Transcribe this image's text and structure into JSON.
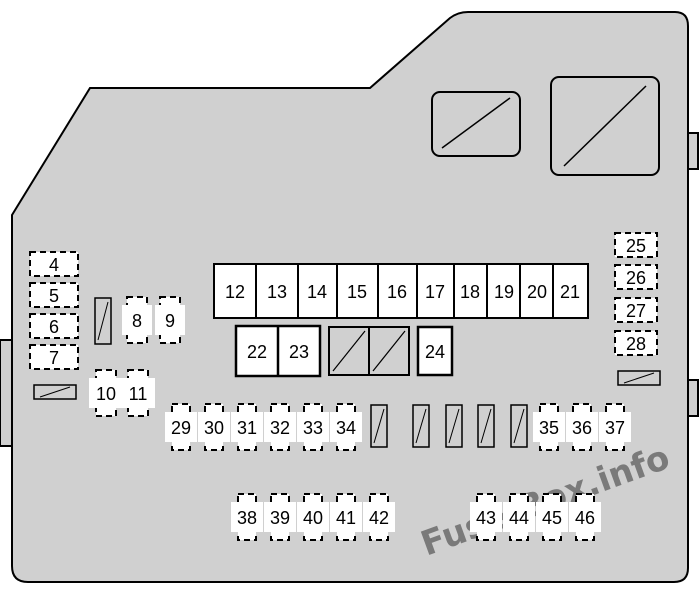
{
  "watermark": "Fuse-Box.info",
  "colors": {
    "body": "#d0d0d0",
    "outline": "#000000",
    "slot": "#ffffff"
  },
  "fuses": {
    "f4": "4",
    "f5": "5",
    "f6": "6",
    "f7": "7",
    "f8": "8",
    "f9": "9",
    "f10": "10",
    "f11": "11",
    "f12": "12",
    "f13": "13",
    "f14": "14",
    "f15": "15",
    "f16": "16",
    "f17": "17",
    "f18": "18",
    "f19": "19",
    "f20": "20",
    "f21": "21",
    "f22": "22",
    "f23": "23",
    "f24": "24",
    "f25": "25",
    "f26": "26",
    "f27": "27",
    "f28": "28",
    "f29": "29",
    "f30": "30",
    "f31": "31",
    "f32": "32",
    "f33": "33",
    "f34": "34",
    "f35": "35",
    "f36": "36",
    "f37": "37",
    "f38": "38",
    "f39": "39",
    "f40": "40",
    "f41": "41",
    "f42": "42",
    "f43": "43",
    "f44": "44",
    "f45": "45",
    "f46": "46"
  }
}
